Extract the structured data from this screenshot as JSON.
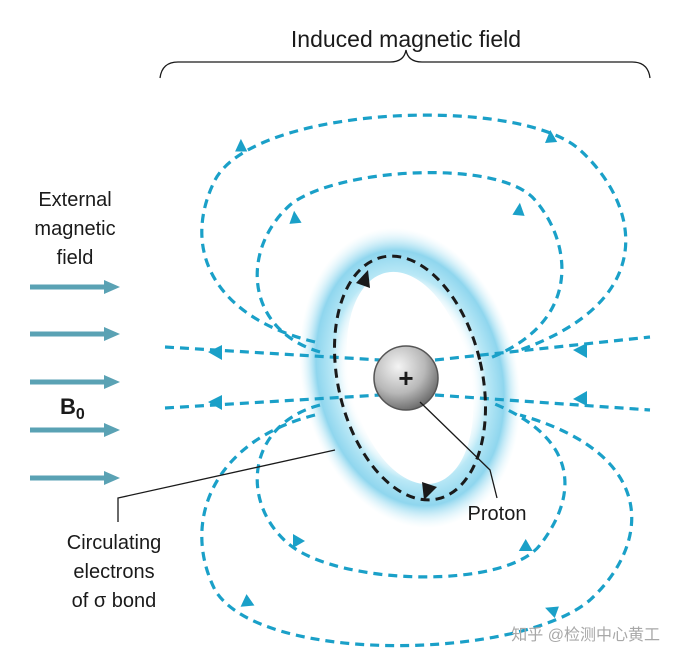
{
  "title": "Induced magnetic field",
  "external_field_label": [
    "External",
    "magnetic",
    "field"
  ],
  "b0": {
    "symbol": "B",
    "subscript": "0"
  },
  "proton_label": "Proton",
  "proton_sign": "+",
  "electrons_label": [
    "Circulating",
    "electrons",
    "of σ bond"
  ],
  "watermark": "知乎 @检测中心黄工",
  "colors": {
    "field_lines": "#1aa0c8",
    "external_arrows": "#5aa2b4",
    "electron_glow": "#9fdcf0",
    "electron_path": "#1a1a1a"
  },
  "icons": [
    "external-field-arrow",
    "field-line-arrow",
    "proton-sphere"
  ]
}
